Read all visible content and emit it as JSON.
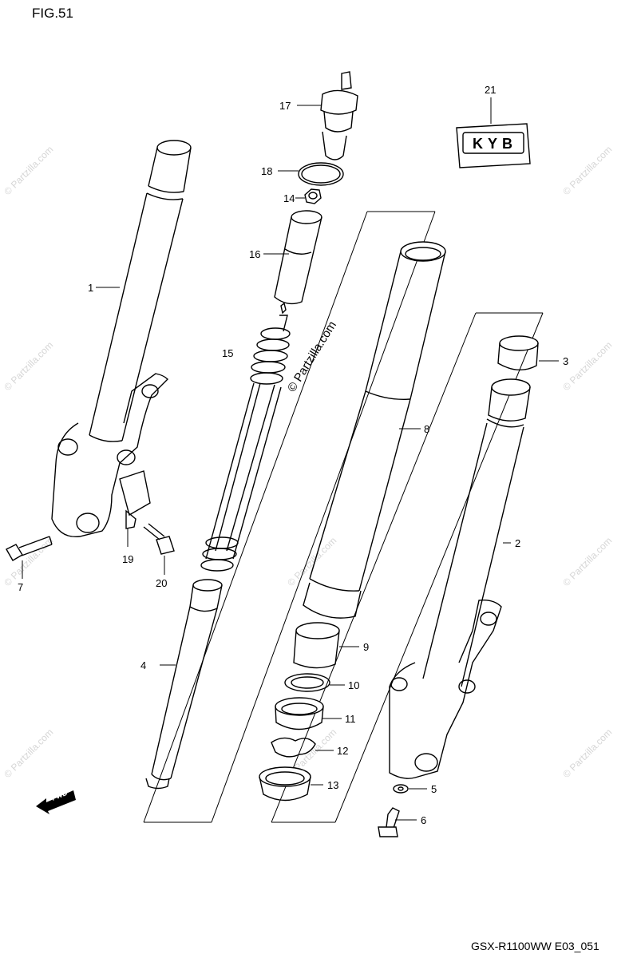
{
  "figure": {
    "title": "FIG.51",
    "footer_code": "GSX-R1100WW  E03_051"
  },
  "watermark": {
    "center_text": "© Partzilla.com",
    "repeat_text": "© Partzilla.com"
  },
  "logo": {
    "kyb_badge_text": "KYB"
  },
  "direction_marker": {
    "text": "FWD"
  },
  "parts": [
    {
      "number": "1",
      "role": "outer tube assy (left)"
    },
    {
      "number": "2",
      "role": "outer tube assy (right)"
    },
    {
      "number": "3",
      "role": "bushing"
    },
    {
      "number": "4",
      "role": "cylinder"
    },
    {
      "number": "5",
      "role": "gasket"
    },
    {
      "number": "6",
      "role": "bolt"
    },
    {
      "number": "7",
      "role": "bolt"
    },
    {
      "number": "8",
      "role": "inner tube"
    },
    {
      "number": "9",
      "role": "bushing"
    },
    {
      "number": "10",
      "role": "seat"
    },
    {
      "number": "11",
      "role": "oil seal"
    },
    {
      "number": "12",
      "role": "stopper ring"
    },
    {
      "number": "13",
      "role": "dust seal"
    },
    {
      "number": "14",
      "role": "nut"
    },
    {
      "number": "15",
      "role": "spring"
    },
    {
      "number": "16",
      "role": "spacer"
    },
    {
      "number": "17",
      "role": "cap bolt"
    },
    {
      "number": "18",
      "role": "o-ring"
    },
    {
      "number": "19",
      "role": "bracket"
    },
    {
      "number": "20",
      "role": "bolt"
    },
    {
      "number": "21",
      "role": "label"
    }
  ]
}
